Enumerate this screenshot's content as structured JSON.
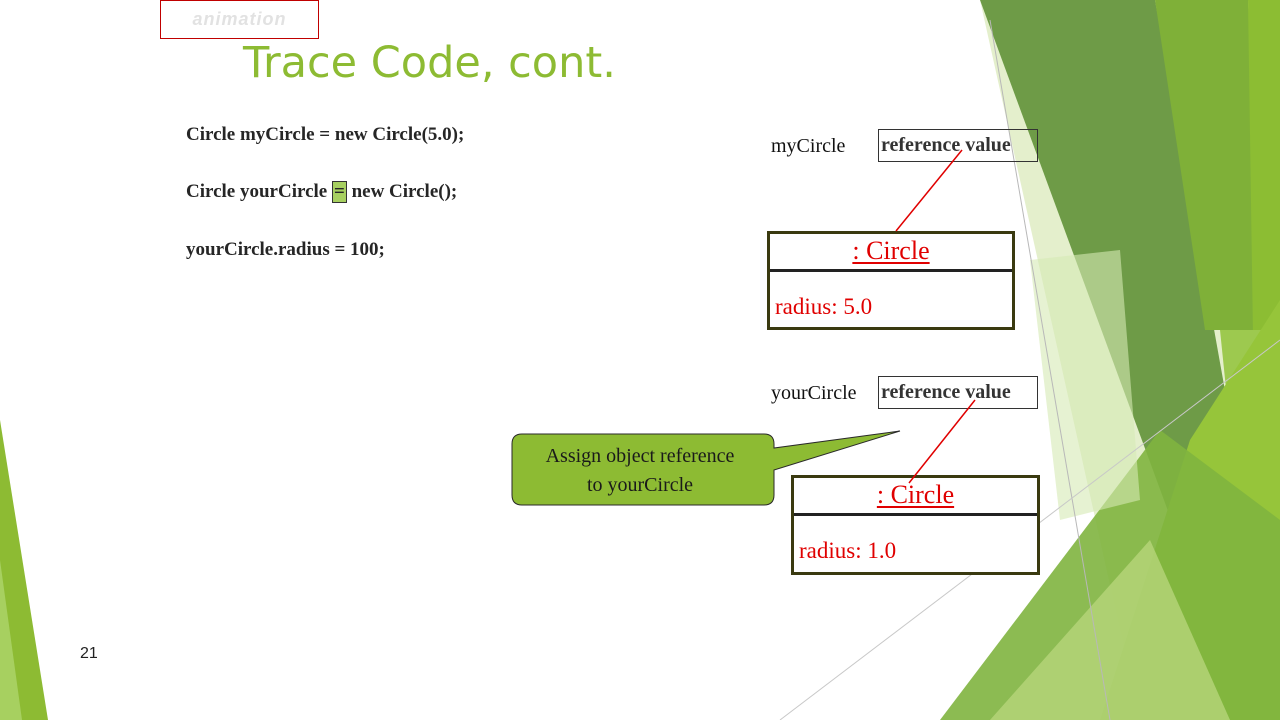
{
  "slide": {
    "animation_tag": "animation",
    "title": "Trace Code, cont.",
    "slide_number": "21",
    "accent_color": "#8dbb33"
  },
  "code": {
    "line1": "Circle myCircle = new Circle(5.0);",
    "line2_before": "Circle yourCircle ",
    "line2_highlight": "=",
    "line2_after": " new Circle();",
    "line3": "yourCircle.radius = 100;"
  },
  "memory": {
    "var1_name": "myCircle",
    "var1_value": "reference value",
    "object1_name": ": Circle",
    "object1_field": "radius: 5.0",
    "var2_name": "yourCircle",
    "var2_value": "reference value",
    "object2_name": ": Circle",
    "object2_field": "radius: 1.0"
  },
  "callout": {
    "line1": "Assign object reference",
    "line2": "to yourCircle"
  }
}
